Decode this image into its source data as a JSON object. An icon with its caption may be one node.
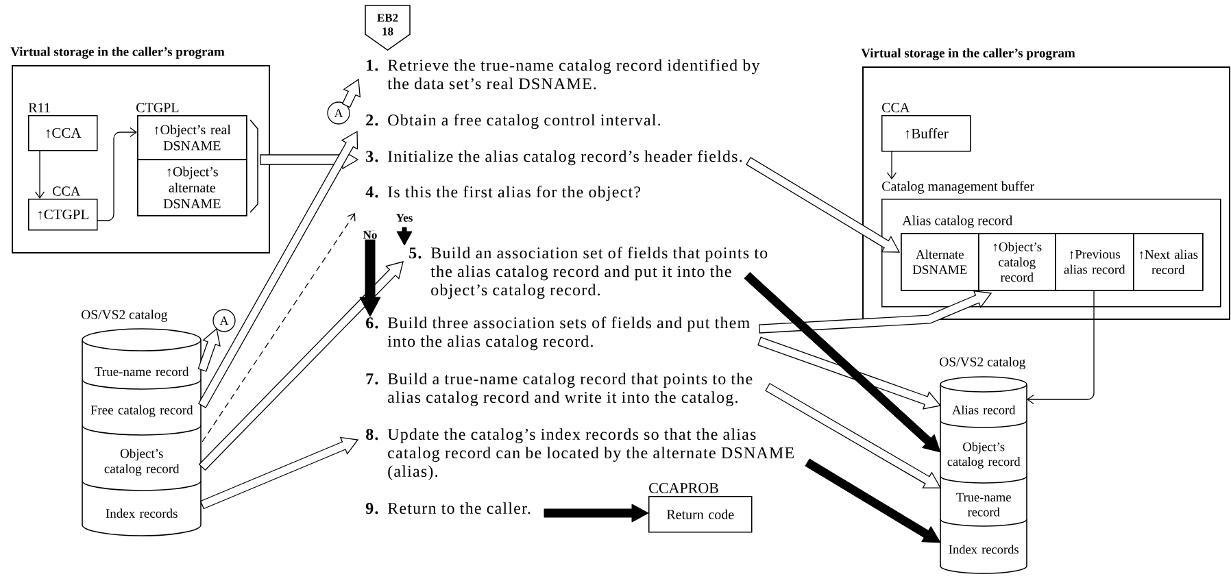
{
  "diagram": {
    "nodes": [
      {
        "text": [
          "Virtual storage in the caller’s program"
        ]
      },
      {
        "text": [
          "↑CCA"
        ],
        "beside": [
          "R11"
        ],
        "in": 0
      },
      {
        "text": [
          "↑CTGPL"
        ],
        "beside": [
          "CCA"
        ],
        "in": 0
      },
      {
        "text": [
          "CTGPL"
        ],
        "in": 0
      },
      {
        "text": [
          "↑Object’s real DSNAME"
        ],
        "in": 3
      },
      {
        "text": [
          "↑Object’s alternate DSNAME"
        ],
        "in": 3
      },
      {
        "text": [
          "EB2 18"
        ]
      },
      {
        "text": [
          "1.",
          "Retrieve the true-name catalog record identified by the data set’s real DSNAME."
        ]
      },
      {
        "text": [
          "2.",
          "Obtain a free catalog control interval."
        ]
      },
      {
        "text": [
          "3.",
          "Initialize the alias catalog record’s header fields."
        ]
      },
      {
        "text": [
          "4.",
          "Is this the first alias for the object?"
        ]
      },
      {
        "text": [
          "5.",
          "Build an association set of fields that points to the alias catalog record and put it into the object’s catalog record."
        ]
      },
      {
        "text": [
          "6.",
          "Build three association sets of fields and put them into the alias catalog record."
        ]
      },
      {
        "text": [
          "7.",
          "Build a true-name catalog record that points to the alias catalog record and write it into the catalog."
        ]
      },
      {
        "text": [
          "8.",
          "Update the catalog’s index records so that the alias catalog record can be located by the alternate DSNAME (alias)."
        ]
      },
      {
        "text": [
          "9.",
          "Return to the caller."
        ]
      },
      {
        "text": [
          "Return code"
        ],
        "beside": [
          "CCAPROB"
        ]
      },
      {
        "text": [
          "A"
        ]
      },
      {
        "text": [
          "A"
        ]
      },
      {
        "text": [
          "OS/VS2 catalog"
        ]
      },
      {
        "text": [
          "True-name record"
        ],
        "in": 19
      },
      {
        "text": [
          "Free catalog record"
        ],
        "in": 19
      },
      {
        "text": [
          "Object’s catalog record"
        ],
        "in": 19
      },
      {
        "text": [
          "Index records"
        ],
        "in": 19
      },
      {
        "text": [
          "Virtual storage in the caller’s program"
        ]
      },
      {
        "text": [
          "↑Buffer"
        ],
        "beside": [
          "CCA"
        ],
        "in": 24
      },
      {
        "text": [
          "Catalog management buffer"
        ],
        "in": 24
      },
      {
        "text": [
          "Alias catalog record"
        ],
        "in": 26
      },
      {
        "text": [
          "Alternate DSNAME"
        ],
        "in": 27
      },
      {
        "text": [
          "↑Object’s catalog record"
        ],
        "in": 27
      },
      {
        "text": [
          "↑Previous alias record"
        ],
        "in": 27
      },
      {
        "text": [
          "↑Next alias record"
        ],
        "in": 27
      },
      {
        "text": [
          "OS/VS2 catalog"
        ]
      },
      {
        "text": [
          "Alias record"
        ],
        "in": 32
      },
      {
        "text": [
          "Object’s catalog record"
        ],
        "in": 32
      },
      {
        "text": [
          "True-name record"
        ],
        "in": 32
      },
      {
        "text": [
          "Index records"
        ],
        "in": 32
      }
    ],
    "edges": [
      {
        "from": 1,
        "to": 2,
        "arrow": "to"
      },
      {
        "from": 2,
        "to": 4,
        "arrow": "to"
      },
      {
        "from": 3,
        "to": 9,
        "arrow": "to"
      },
      {
        "from": 20,
        "to": 18,
        "arrow": "to"
      },
      {
        "from": 17,
        "to": 7,
        "arrow": "to"
      },
      {
        "from": 21,
        "to": 8,
        "arrow": "to"
      },
      {
        "from": 22,
        "to": 10,
        "arrow": "to",
        "style": "dashed"
      },
      {
        "from": 22,
        "to": 11,
        "arrow": "to"
      },
      {
        "from": 23,
        "to": 14,
        "arrow": "to"
      },
      {
        "from": 10,
        "to": 11,
        "arrow": "to",
        "style": "thick",
        "label": "Yes"
      },
      {
        "from": 10,
        "to": 12,
        "arrow": "to",
        "style": "thick",
        "label": "No"
      },
      {
        "from": 9,
        "to": 28,
        "arrow": "to"
      },
      {
        "from": 12,
        "to": 29,
        "arrow": "to"
      },
      {
        "from": 12,
        "to": 33,
        "arrow": "to"
      },
      {
        "from": 11,
        "to": 34,
        "arrow": "to",
        "style": "thick"
      },
      {
        "from": 14,
        "to": 36,
        "arrow": "to",
        "style": "thick"
      },
      {
        "from": 13,
        "to": 35,
        "arrow": "to"
      },
      {
        "from": 15,
        "to": 16,
        "arrow": "to",
        "style": "thick"
      },
      {
        "from": 30,
        "to": 33,
        "arrow": "to"
      },
      {
        "from": 25,
        "to": 26,
        "arrow": "to"
      }
    ]
  }
}
